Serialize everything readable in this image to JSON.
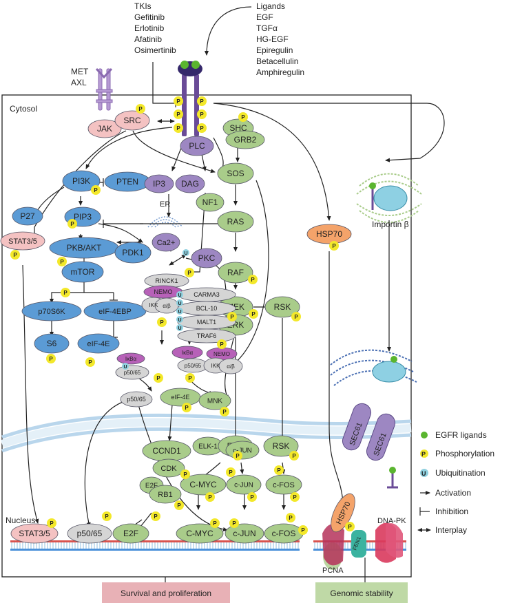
{
  "drugs": {
    "title": "TKIs",
    "items": [
      "Gefitinib",
      "Erlotinib",
      "Afatinib",
      "Osimertinib"
    ]
  },
  "ligands": {
    "title": "Ligands",
    "items": [
      "EGF",
      "TGFα",
      "HG-EGF",
      "Epiregulin",
      "Betacellulin",
      "Amphiregulin"
    ]
  },
  "receptors": [
    "MET",
    "AXL"
  ],
  "compartments": {
    "cytosol": "Cytosol",
    "nucleus": "Nucleus",
    "er": "ER"
  },
  "nodes": {
    "jak": "JAK",
    "src": "SRC",
    "plc": "PLC",
    "shc": "SHC",
    "grb2": "GRB2",
    "pi3k": "PI3K",
    "pten": "PTEN",
    "ip3": "IP3",
    "dag": "DAG",
    "sos": "SOS",
    "p27": "P27",
    "pip3": "PIP3",
    "nf1": "NF1",
    "ras": "RAS",
    "stat35": "STAT3/5",
    "pkb_akt": "PKB/AKT",
    "pdk1": "PDK1",
    "ca2": "Ca2+",
    "pkc": "PKC",
    "raf": "RAF",
    "hsp70": "HSP70",
    "importin": "Importin β",
    "mtor": "mTOR",
    "rinck1": "RINCK1",
    "nemo": "NEMO",
    "ikk": "IKK",
    "ab": "α/β",
    "mek": "MEK",
    "carma3": "CARMA3",
    "bcl10": "BCL-10",
    "malt1": "MALT1",
    "traf6": "TRAF6",
    "erk": "ERK",
    "rsk": "RSK",
    "p70s6k": "p70S6K",
    "eif4ebp": "eIF-4EBP",
    "s6": "S6",
    "eif4e": "eIF-4E",
    "ikba": "IκBα",
    "p5065": "p50/65",
    "mnk": "MNK",
    "ccnd1": "CCND1",
    "elk1": "ELK-1",
    "cdk": "CDK",
    "cmyc": "C-MYC",
    "cjun": "c-JUN",
    "cfos": "c-FOS",
    "e2f": "E2F",
    "rb1": "RB1",
    "sec61": "SEC61",
    "dnapk": "DNA-PK",
    "pcna": "PCNA",
    "fen1": "FEN1"
  },
  "nuclear_factors": {
    "stat35": "STAT3/5",
    "p5065": "p50/65",
    "e2f": "E2F",
    "cmyc": "C-MYC",
    "cjun_c": "c-JUN",
    "cfos_c": "c-FOS",
    "cjun": "c-JUN",
    "cfos": "c-FOS"
  },
  "glyphs": {
    "phospho": "P",
    "ubiquitin": "U"
  },
  "legend": [
    {
      "key": "ligand",
      "label": "EGFR ligands"
    },
    {
      "key": "phospho",
      "label": "Phosphorylation"
    },
    {
      "key": "ubiquitin",
      "label": "Ubiquitination"
    },
    {
      "key": "activation",
      "label": "Activation"
    },
    {
      "key": "inhibition",
      "label": "Inhibition"
    },
    {
      "key": "interplay",
      "label": "Interplay"
    }
  ],
  "outcomes": {
    "survival": "Survival and proliferation",
    "genomic": "Genomic stability"
  },
  "colors": {
    "green": "#a9cc8a",
    "blue": "#5b9bd5",
    "purple": "#9d87c2",
    "pink": "#f4c2c2",
    "orange": "#f4a36a",
    "gray": "#d5d5d5",
    "magenta": "#b761b8",
    "phospho": "#f3e82a",
    "ubiquitin": "#8fd0df",
    "ligand": "#5ab52f"
  }
}
